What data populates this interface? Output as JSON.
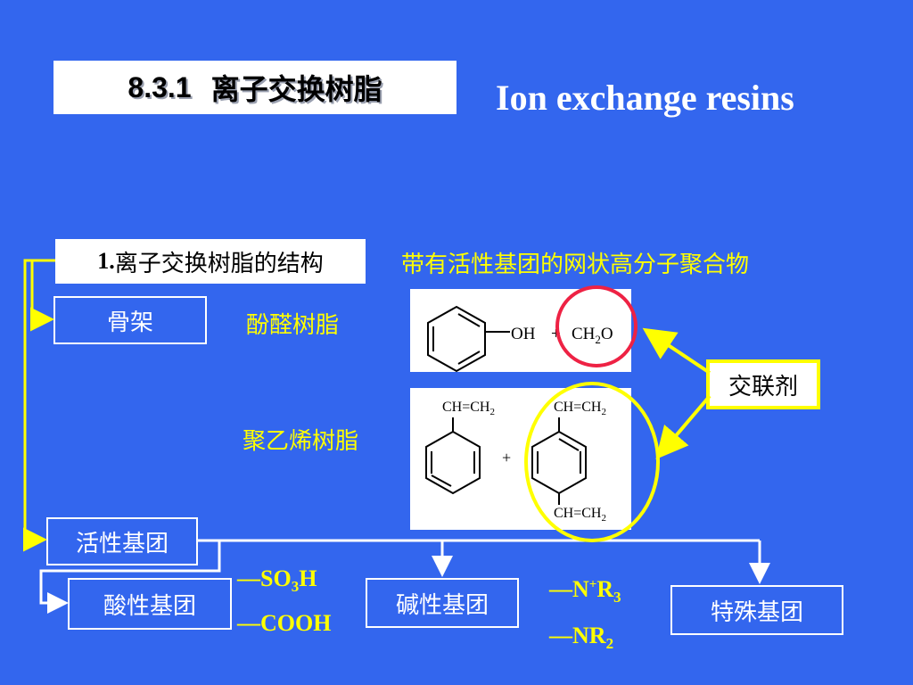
{
  "slide": {
    "section_number": "8.3.1",
    "section_title": "离子交换树脂",
    "english_title": "Ion exchange resins"
  },
  "structure": {
    "number": "1.",
    "heading": "离子交换树脂的结构",
    "definition": "带有活性基团的网状高分子聚合物"
  },
  "skeleton": {
    "label": "骨架",
    "phenolic_resin": "酚醛树脂",
    "polystyrene_resin": "聚乙烯树脂",
    "crosslinker": "交联剂"
  },
  "reaction_phenolic": {
    "oh": "OH",
    "plus": "+",
    "ch2o": "CH",
    "ch2o_sub": "2",
    "ch2o_tail": "O"
  },
  "reaction_styrene": {
    "vinyl_left": "CH=CH",
    "vinyl_left_sub": "2",
    "vinyl_right_top": "CH=CH",
    "vinyl_right_top_sub": "2",
    "vinyl_right_bottom": "CH=CH",
    "vinyl_right_bottom_sub": "2",
    "plus": "+"
  },
  "active_groups": {
    "label": "活性基团",
    "acidic": "酸性基团",
    "basic": "碱性基团",
    "special": "特殊基团",
    "acid_formula_1": "—SO",
    "acid_formula_1_sub": "3",
    "acid_formula_1_tail": "H",
    "acid_formula_2": "—COOH",
    "base_formula_1": "—N",
    "base_formula_1_sup": "+",
    "base_formula_1_tail": "R",
    "base_formula_1_sub": "3",
    "base_formula_2": "—NR",
    "base_formula_2_sub": "2"
  },
  "colors": {
    "background": "#3366ee",
    "highlight_yellow": "#ffff00",
    "circle_red": "#ee2244",
    "line_white": "#ffffff"
  }
}
